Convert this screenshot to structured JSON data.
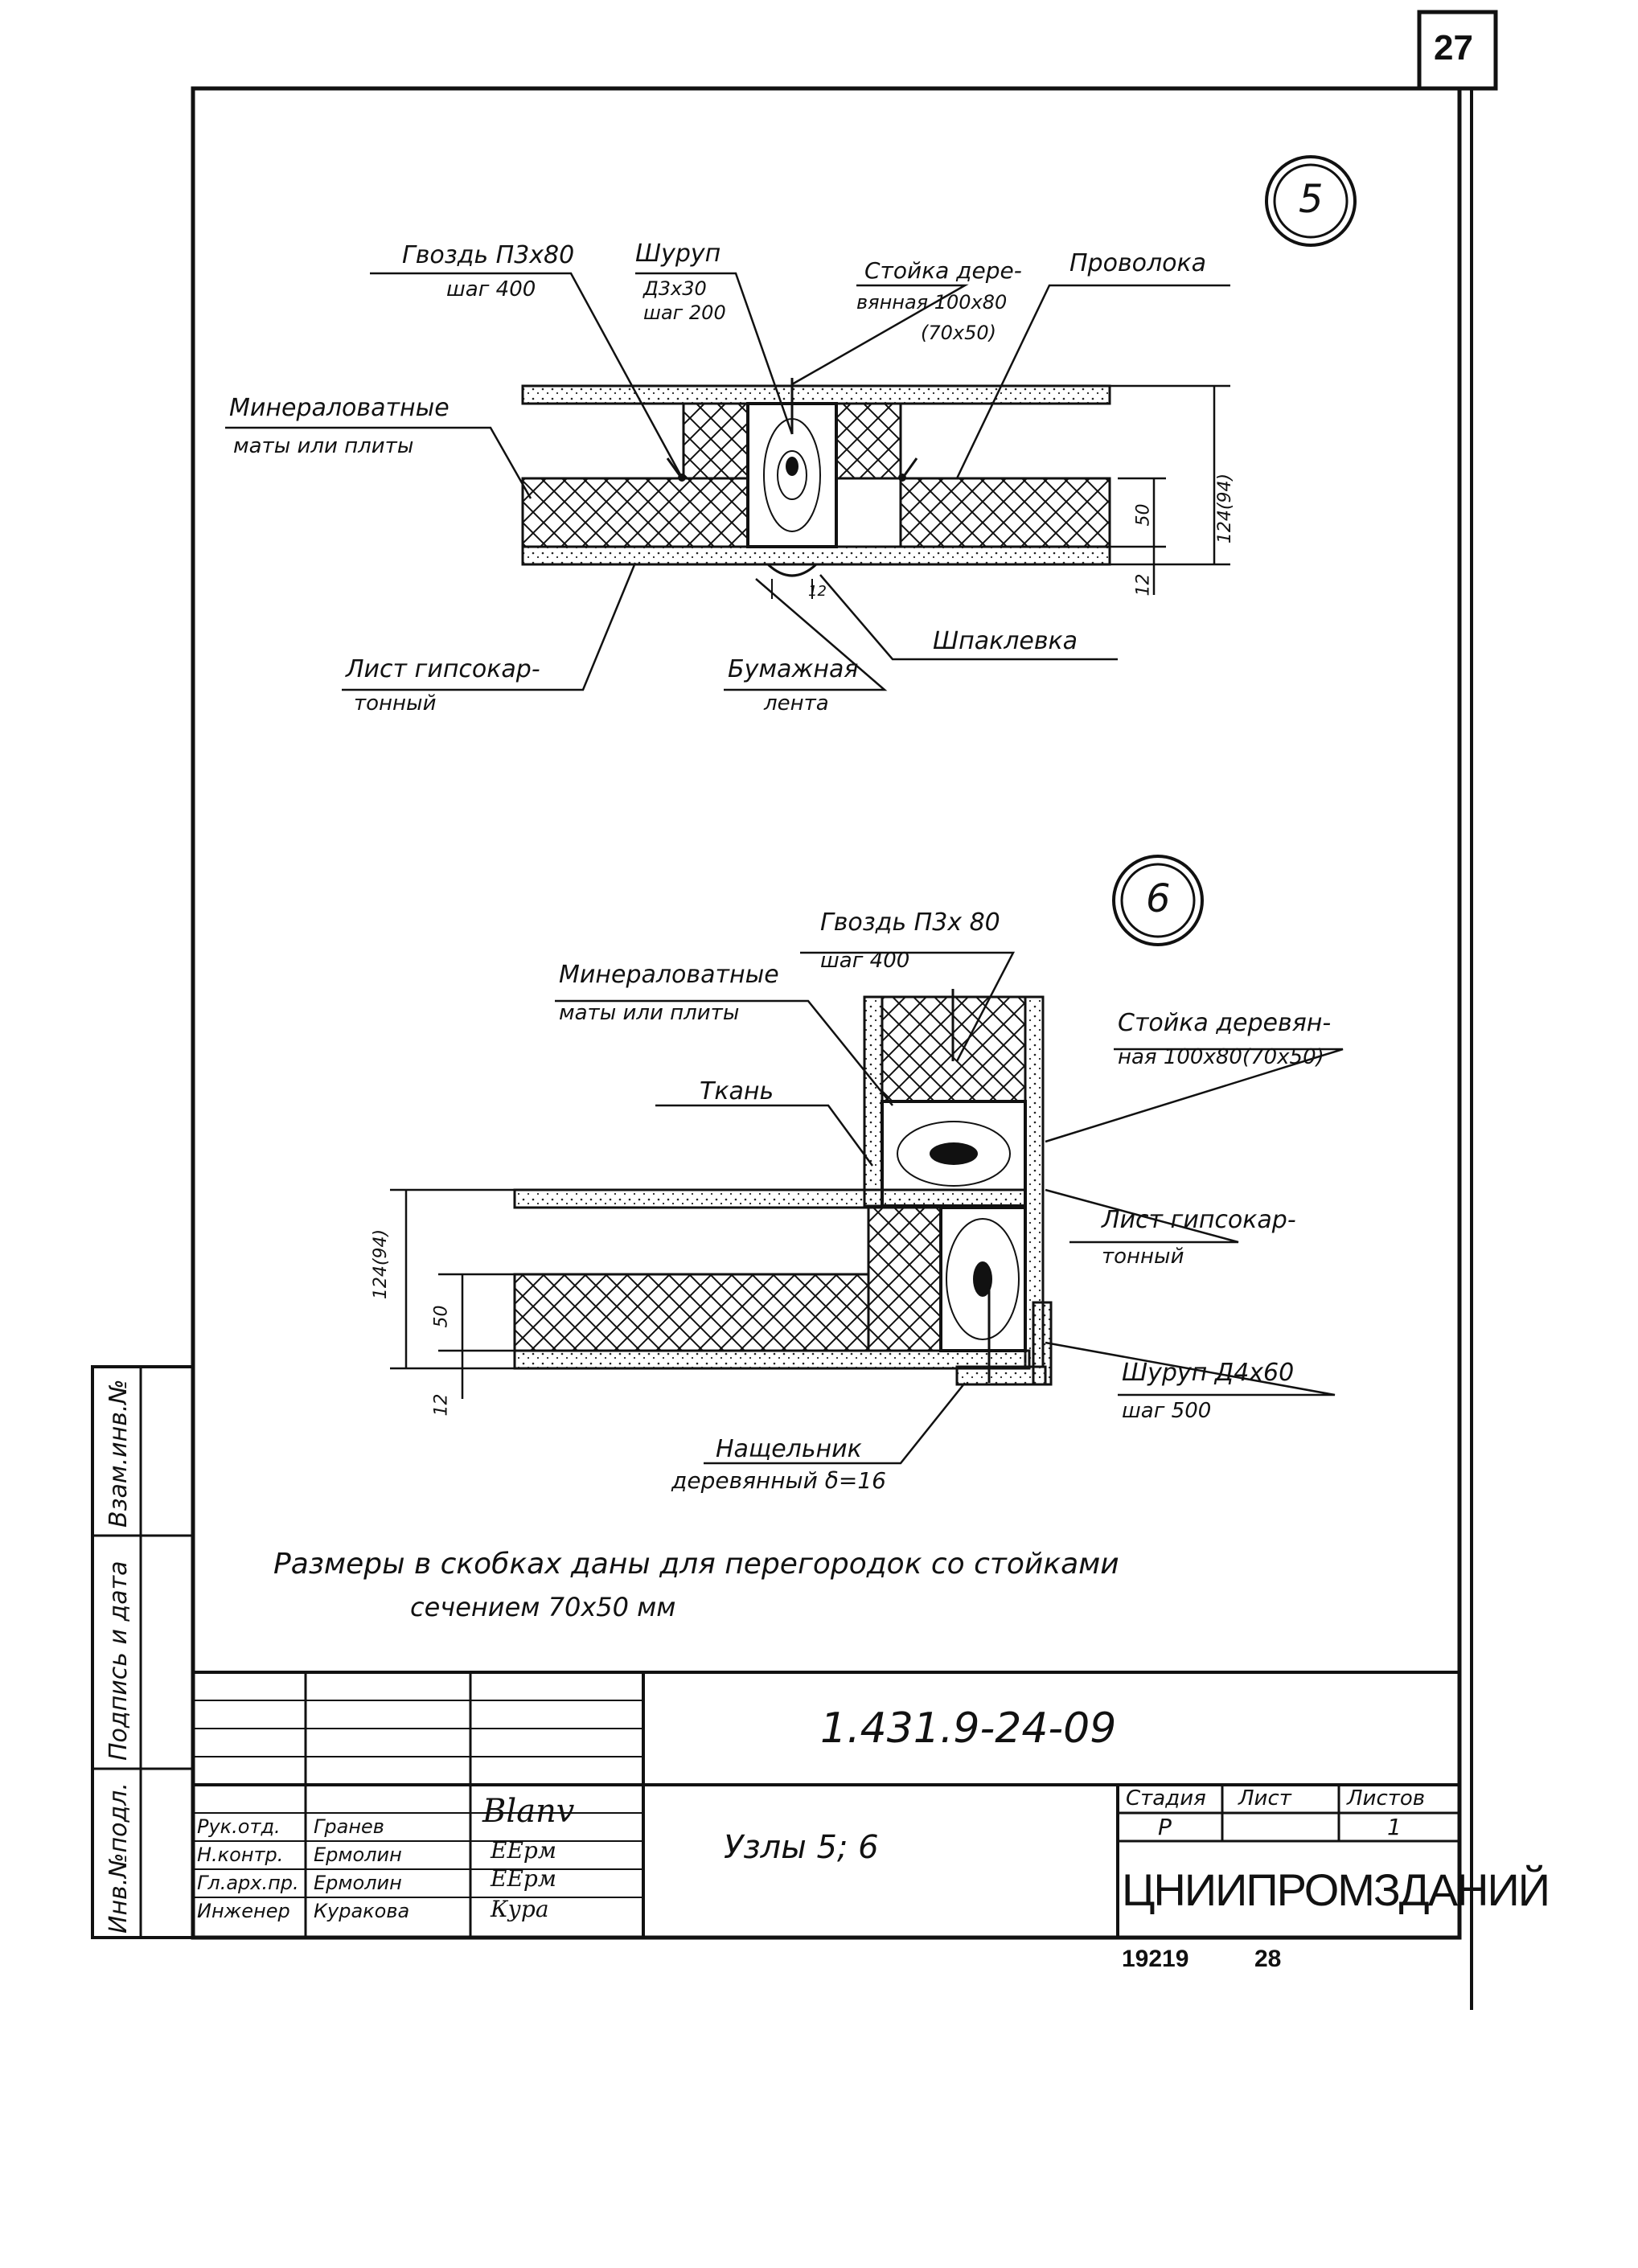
{
  "sheet_number": "27",
  "detail_5": {
    "marker": "5",
    "labels": {
      "nail_a": "Гвоздь П3х80",
      "nail_b": "шаг 400",
      "screw_a": "Шуруп",
      "screw_b": "Д3х30",
      "screw_c": "шаг 200",
      "stud_a": "Стойка дере-",
      "stud_b": "вянная 100х80",
      "stud_c": "(70х50)",
      "wire": "Проволока",
      "wool_a": "Минераловатные",
      "wool_b": "маты или плиты",
      "gypsum_a": "Лист гипсокар-",
      "gypsum_b": "тонный",
      "tape_a": "Бумажная",
      "tape_b": "лента",
      "putty": "Шпаклевка",
      "dim_total": "124(94)",
      "dim_50": "50",
      "dim_12": "12",
      "dim_tape": "12"
    }
  },
  "detail_6": {
    "marker": "6",
    "labels": {
      "nail_a": "Гвоздь П3х 80",
      "nail_b": "шаг 400",
      "wool_a": "Минераловатные",
      "wool_b": "маты или плиты",
      "stud_a": "Стойка деревян-",
      "stud_b": "ная 100х80(70х50)",
      "fabric": "Ткань",
      "gypsum_a": "Лист гипсокар-",
      "gypsum_b": "тонный",
      "screw_a": "Шуруп Д4х60",
      "screw_b": "шаг 500",
      "batten_a": "Нащельник",
      "batten_b": "деревянный δ=16",
      "dim_total": "124(94)",
      "dim_50": "50",
      "dim_12": "12"
    }
  },
  "note": {
    "line1": "Размеры в скобках даны для перегородок со стойками",
    "line2": "сечением 70х50 мм"
  },
  "side_stamps": {
    "inv_replace": "Взам.инв.№",
    "signature_date": "Подпись и дата",
    "inv_original": "Инв.№подл."
  },
  "title_block": {
    "doc_code": "1.431.9-24-09",
    "title": "Узлы 5; 6",
    "stage_header": "Стадия",
    "sheet_header": "Лист",
    "sheets_header": "Листов",
    "stage_value": "Р",
    "sheet_value": "",
    "sheets_value": "1",
    "organization": "ЦНИИПРОМЗДАНИЙ",
    "signers": [
      {
        "role": "Рук.отд.",
        "name": "Гранев",
        "signature": "Blanv"
      },
      {
        "role": "Н.контр.",
        "name": "Ермолин",
        "signature": "ЕЕрм"
      },
      {
        "role": "Гл.арх.пр.",
        "name": "Ермолин",
        "signature": "ЕЕрм"
      },
      {
        "role": "Инженер",
        "name": "Куракова",
        "signature": "Кура"
      }
    ]
  },
  "footer": {
    "order_number": "19219",
    "page": "28"
  }
}
